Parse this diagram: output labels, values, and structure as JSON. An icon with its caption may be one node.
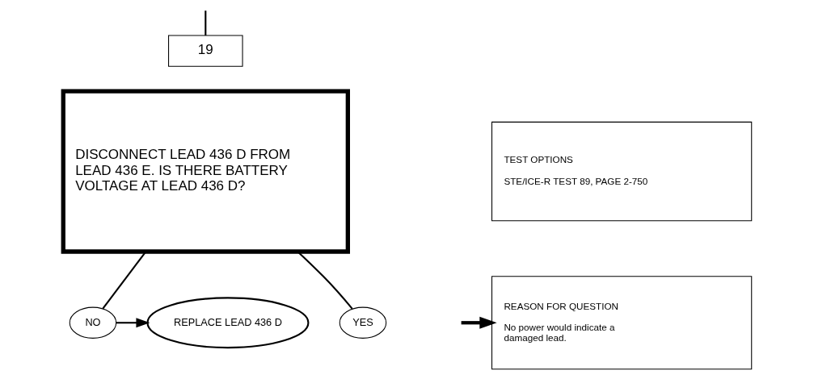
{
  "diagram": {
    "nodes": [
      {
        "text": [
          "19"
        ]
      },
      {
        "text": [
          "DISCONNECT LEAD 436 D FROM LEAD 436 E. IS THERE BATTERY VOLTAGE AT LEAD 436 D?"
        ]
      },
      {
        "text": [
          "TEST OPTIONS",
          "STE/ICE-R TEST 89, PAGE 2-750"
        ]
      },
      {
        "text": [
          "REASON FOR QUESTION",
          "No power would indicate a damaged lead."
        ]
      },
      {
        "text": [
          "NO"
        ]
      },
      {
        "text": [
          "REPLACE LEAD 436 D"
        ]
      },
      {
        "text": [
          "YES"
        ]
      }
    ],
    "edges": [
      {
        "from": null,
        "to": 0,
        "arrow": "none"
      },
      {
        "from": null,
        "to": 3,
        "arrow": "to",
        "style": "thick"
      },
      {
        "from": 1,
        "to": 4,
        "arrow": "none"
      },
      {
        "from": 4,
        "to": 5,
        "arrow": "to"
      },
      {
        "from": 1,
        "to": 6,
        "arrow": "none"
      }
    ]
  }
}
